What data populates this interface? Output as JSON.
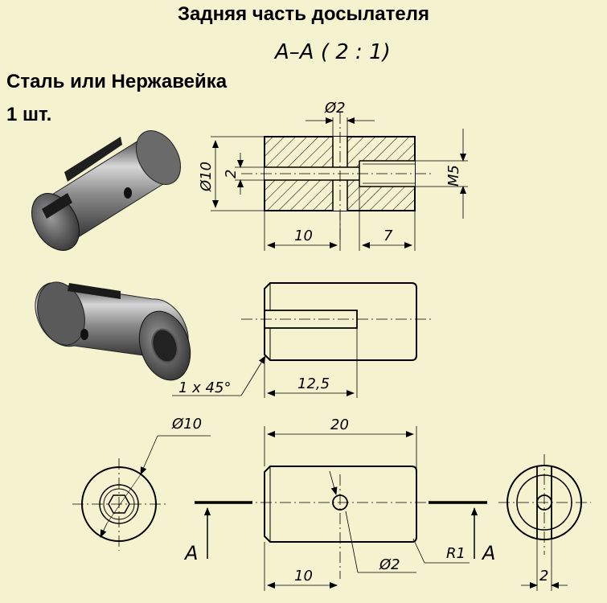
{
  "title": "Задняя часть досылателя",
  "material": "Сталь или Нержавейка",
  "quantity": "1 шт.",
  "section_label": "A–A ( 2 : 1)",
  "dimensions": {
    "hole_dia": "Ø2",
    "outer_dia": "Ø10",
    "slot_width": "2",
    "thread": "M5",
    "len_left": "10",
    "len_thread": "7",
    "slot_len": "12,5",
    "chamfer": "1 x 45°",
    "end_dia": "Ø10",
    "total_len": "20",
    "pin_dia": "Ø2",
    "hole_pos": "10",
    "radius": "R1",
    "slot_end": "2"
  },
  "cut_marks": {
    "left": "A",
    "right": "A"
  },
  "colors": {
    "background": "#f4f2cf",
    "line": "#000000",
    "metal_dark": "#3a3a3a",
    "metal_light": "#c4c4c4"
  }
}
